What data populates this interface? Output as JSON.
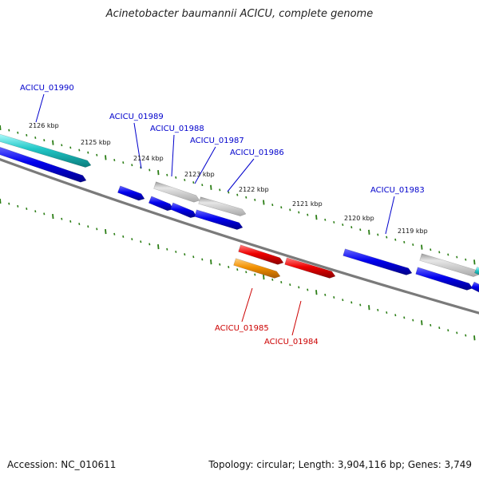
{
  "title": "Acinetobacter baumannii ACICU, complete genome",
  "footer": {
    "accession": "Accession: NC_010611",
    "stats": "Topology: circular; Length: 3,904,116 bp; Genes: 3,749"
  },
  "colors": {
    "background": "#ffffff",
    "backbone": "#6e6e6e",
    "tick": "#2a7d14",
    "blue_gene": "#0000ee",
    "cyan_gene": "#22c8c8",
    "gray_gene": "#b4b4b4",
    "red_gene": "#ee0000",
    "orange_gene": "#f29000",
    "label_forward": "#0000cc",
    "label_reverse": "#cc0000",
    "tick_label": "#111111"
  },
  "ticks": [
    {
      "label": "2126 kbp"
    },
    {
      "label": "2125 kbp"
    },
    {
      "label": "2124 kbp"
    },
    {
      "label": "2123 kbp"
    },
    {
      "label": "2122 kbp"
    },
    {
      "label": "2121 kbp"
    },
    {
      "label": "2120 kbp"
    },
    {
      "label": "2119 kbp"
    }
  ],
  "gene_labels": [
    {
      "label": "ACICU_01990",
      "strand": "forward"
    },
    {
      "label": "ACICU_01989",
      "strand": "forward"
    },
    {
      "label": "ACICU_01988",
      "strand": "forward"
    },
    {
      "label": "ACICU_01987",
      "strand": "forward"
    },
    {
      "label": "ACICU_01986",
      "strand": "forward"
    },
    {
      "label": "ACICU_01983",
      "strand": "forward"
    },
    {
      "label": "ACICU_01985",
      "strand": "reverse"
    },
    {
      "label": "ACICU_01984",
      "strand": "reverse"
    }
  ]
}
